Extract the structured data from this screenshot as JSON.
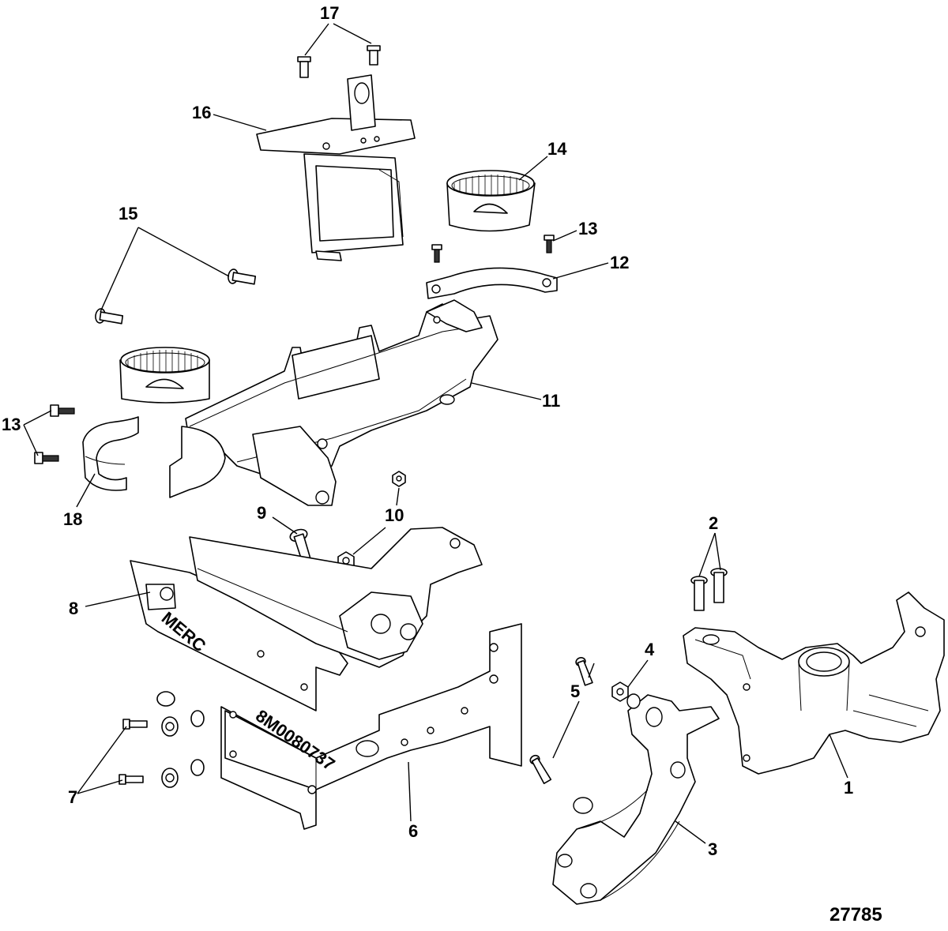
{
  "diagram": {
    "figure_number": "27785",
    "callouts": [
      "1",
      "2",
      "3",
      "4",
      "5",
      "6",
      "7",
      "8",
      "9",
      "10",
      "11",
      "12",
      "13",
      "14",
      "15",
      "16",
      "17",
      "18",
      "13"
    ],
    "stamp_text": [
      "8M0080737",
      "MERC"
    ]
  }
}
